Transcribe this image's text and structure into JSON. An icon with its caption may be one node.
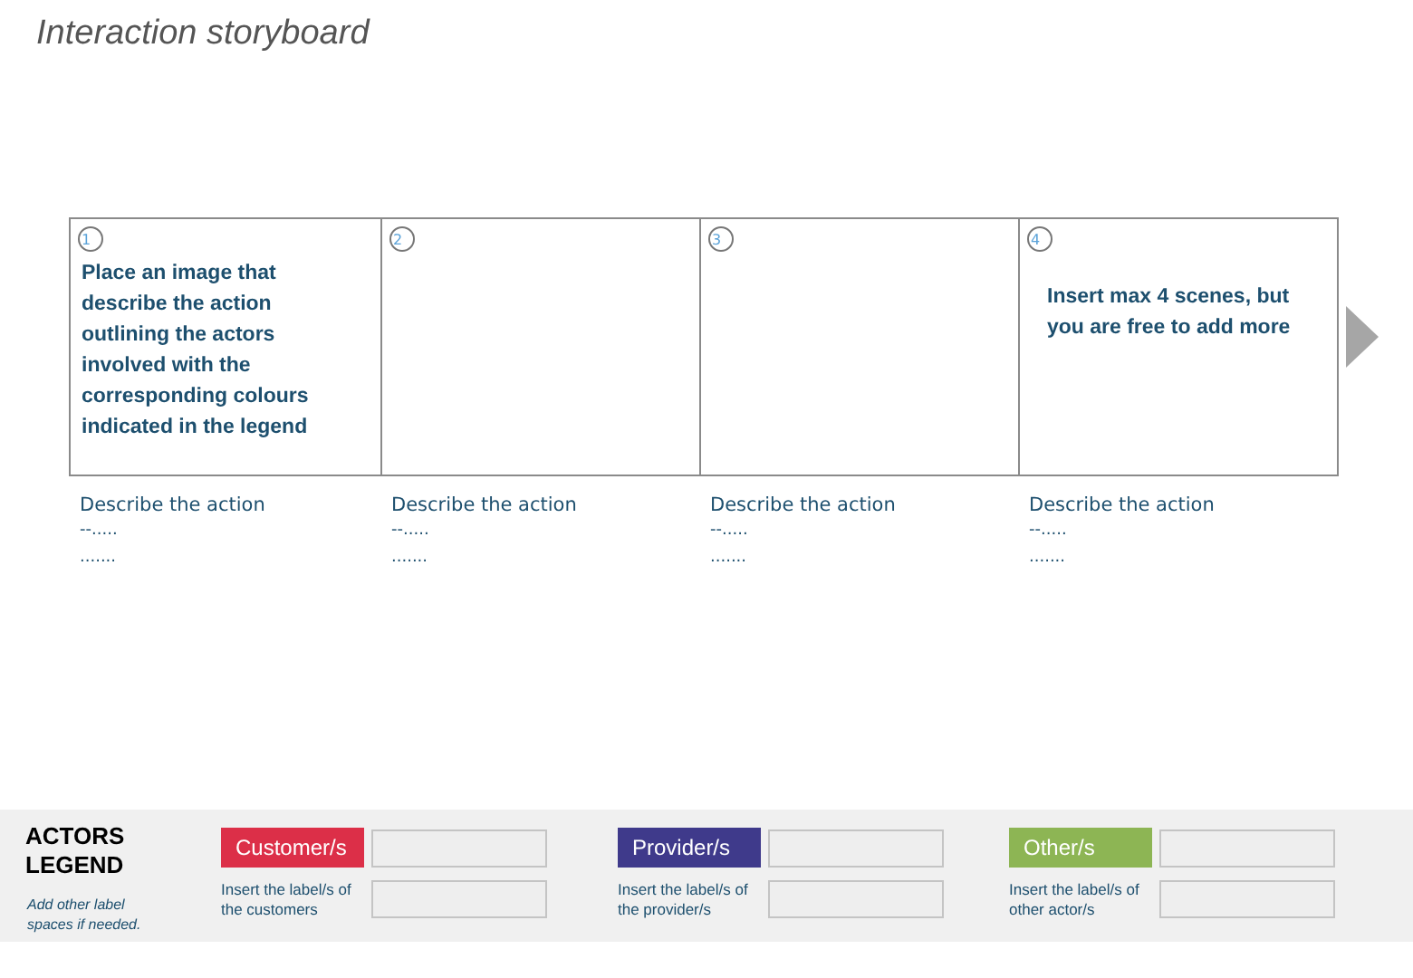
{
  "diagram": {
    "title": "Interaction storyboard",
    "nodes": [
      {
        "text": [
          "Place an image that describe the action outlining the actors involved with the corresponding colours indicated in the legend"
        ],
        "beside": [
          "Describe the action",
          "--.....",
          "......."
        ]
      },
      {
        "text": [
          "1"
        ],
        "in": 0
      },
      {
        "text": [],
        "shape": "box",
        "beside": [
          "Describe the action",
          "--.....",
          "......."
        ]
      },
      {
        "text": [
          "2"
        ],
        "in": 2
      },
      {
        "text": [],
        "shape": "box",
        "beside": [
          "Describe the action",
          "--.....",
          "......."
        ]
      },
      {
        "text": [
          "3"
        ],
        "in": 4
      },
      {
        "text": [
          "Insert max 4 scenes, but you are free to add more"
        ],
        "beside": [
          "Describe the action",
          "--.....",
          "......."
        ]
      },
      {
        "text": [
          "4"
        ],
        "in": 6
      }
    ],
    "edges": [],
    "labels": [
      "ACTORS LEGEND",
      "Add other label spaces if needed.",
      "Insert the label/s of the customers",
      "Insert the label/s of the provider/s",
      "Insert the label/s of other actor/s"
    ],
    "legend": [
      {
        "text": "Customer/s",
        "color": "#dc2f48"
      },
      {
        "text": "Provider/s",
        "color": "#3f3a8b"
      },
      {
        "text": "Other/s",
        "color": "#8db554"
      }
    ]
  }
}
